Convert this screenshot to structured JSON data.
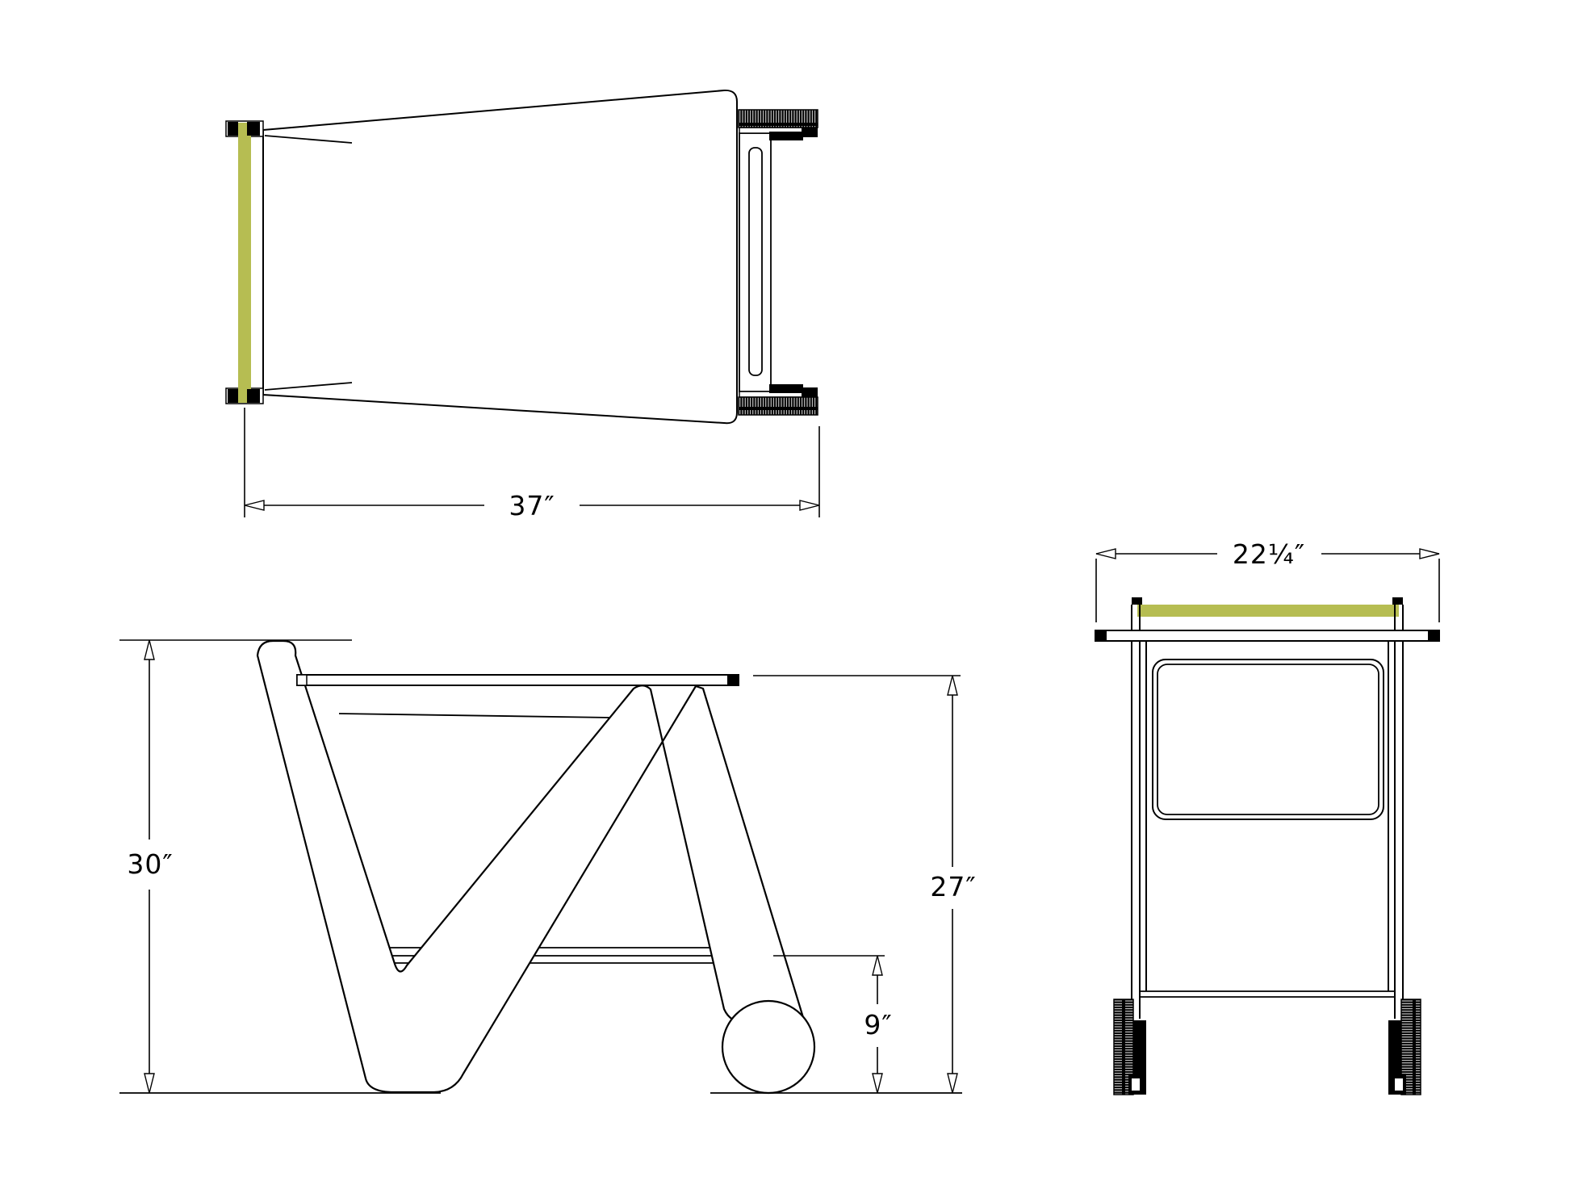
{
  "drawing": {
    "colors": {
      "line": "#000000",
      "handle": "#b6bd52",
      "background": "#ffffff"
    },
    "dimensions": {
      "top_width": "37″",
      "side_overall_height": "30″",
      "side_tabletop_height": "27″",
      "side_shelf_height": "9″",
      "front_width": "22¼″"
    }
  }
}
